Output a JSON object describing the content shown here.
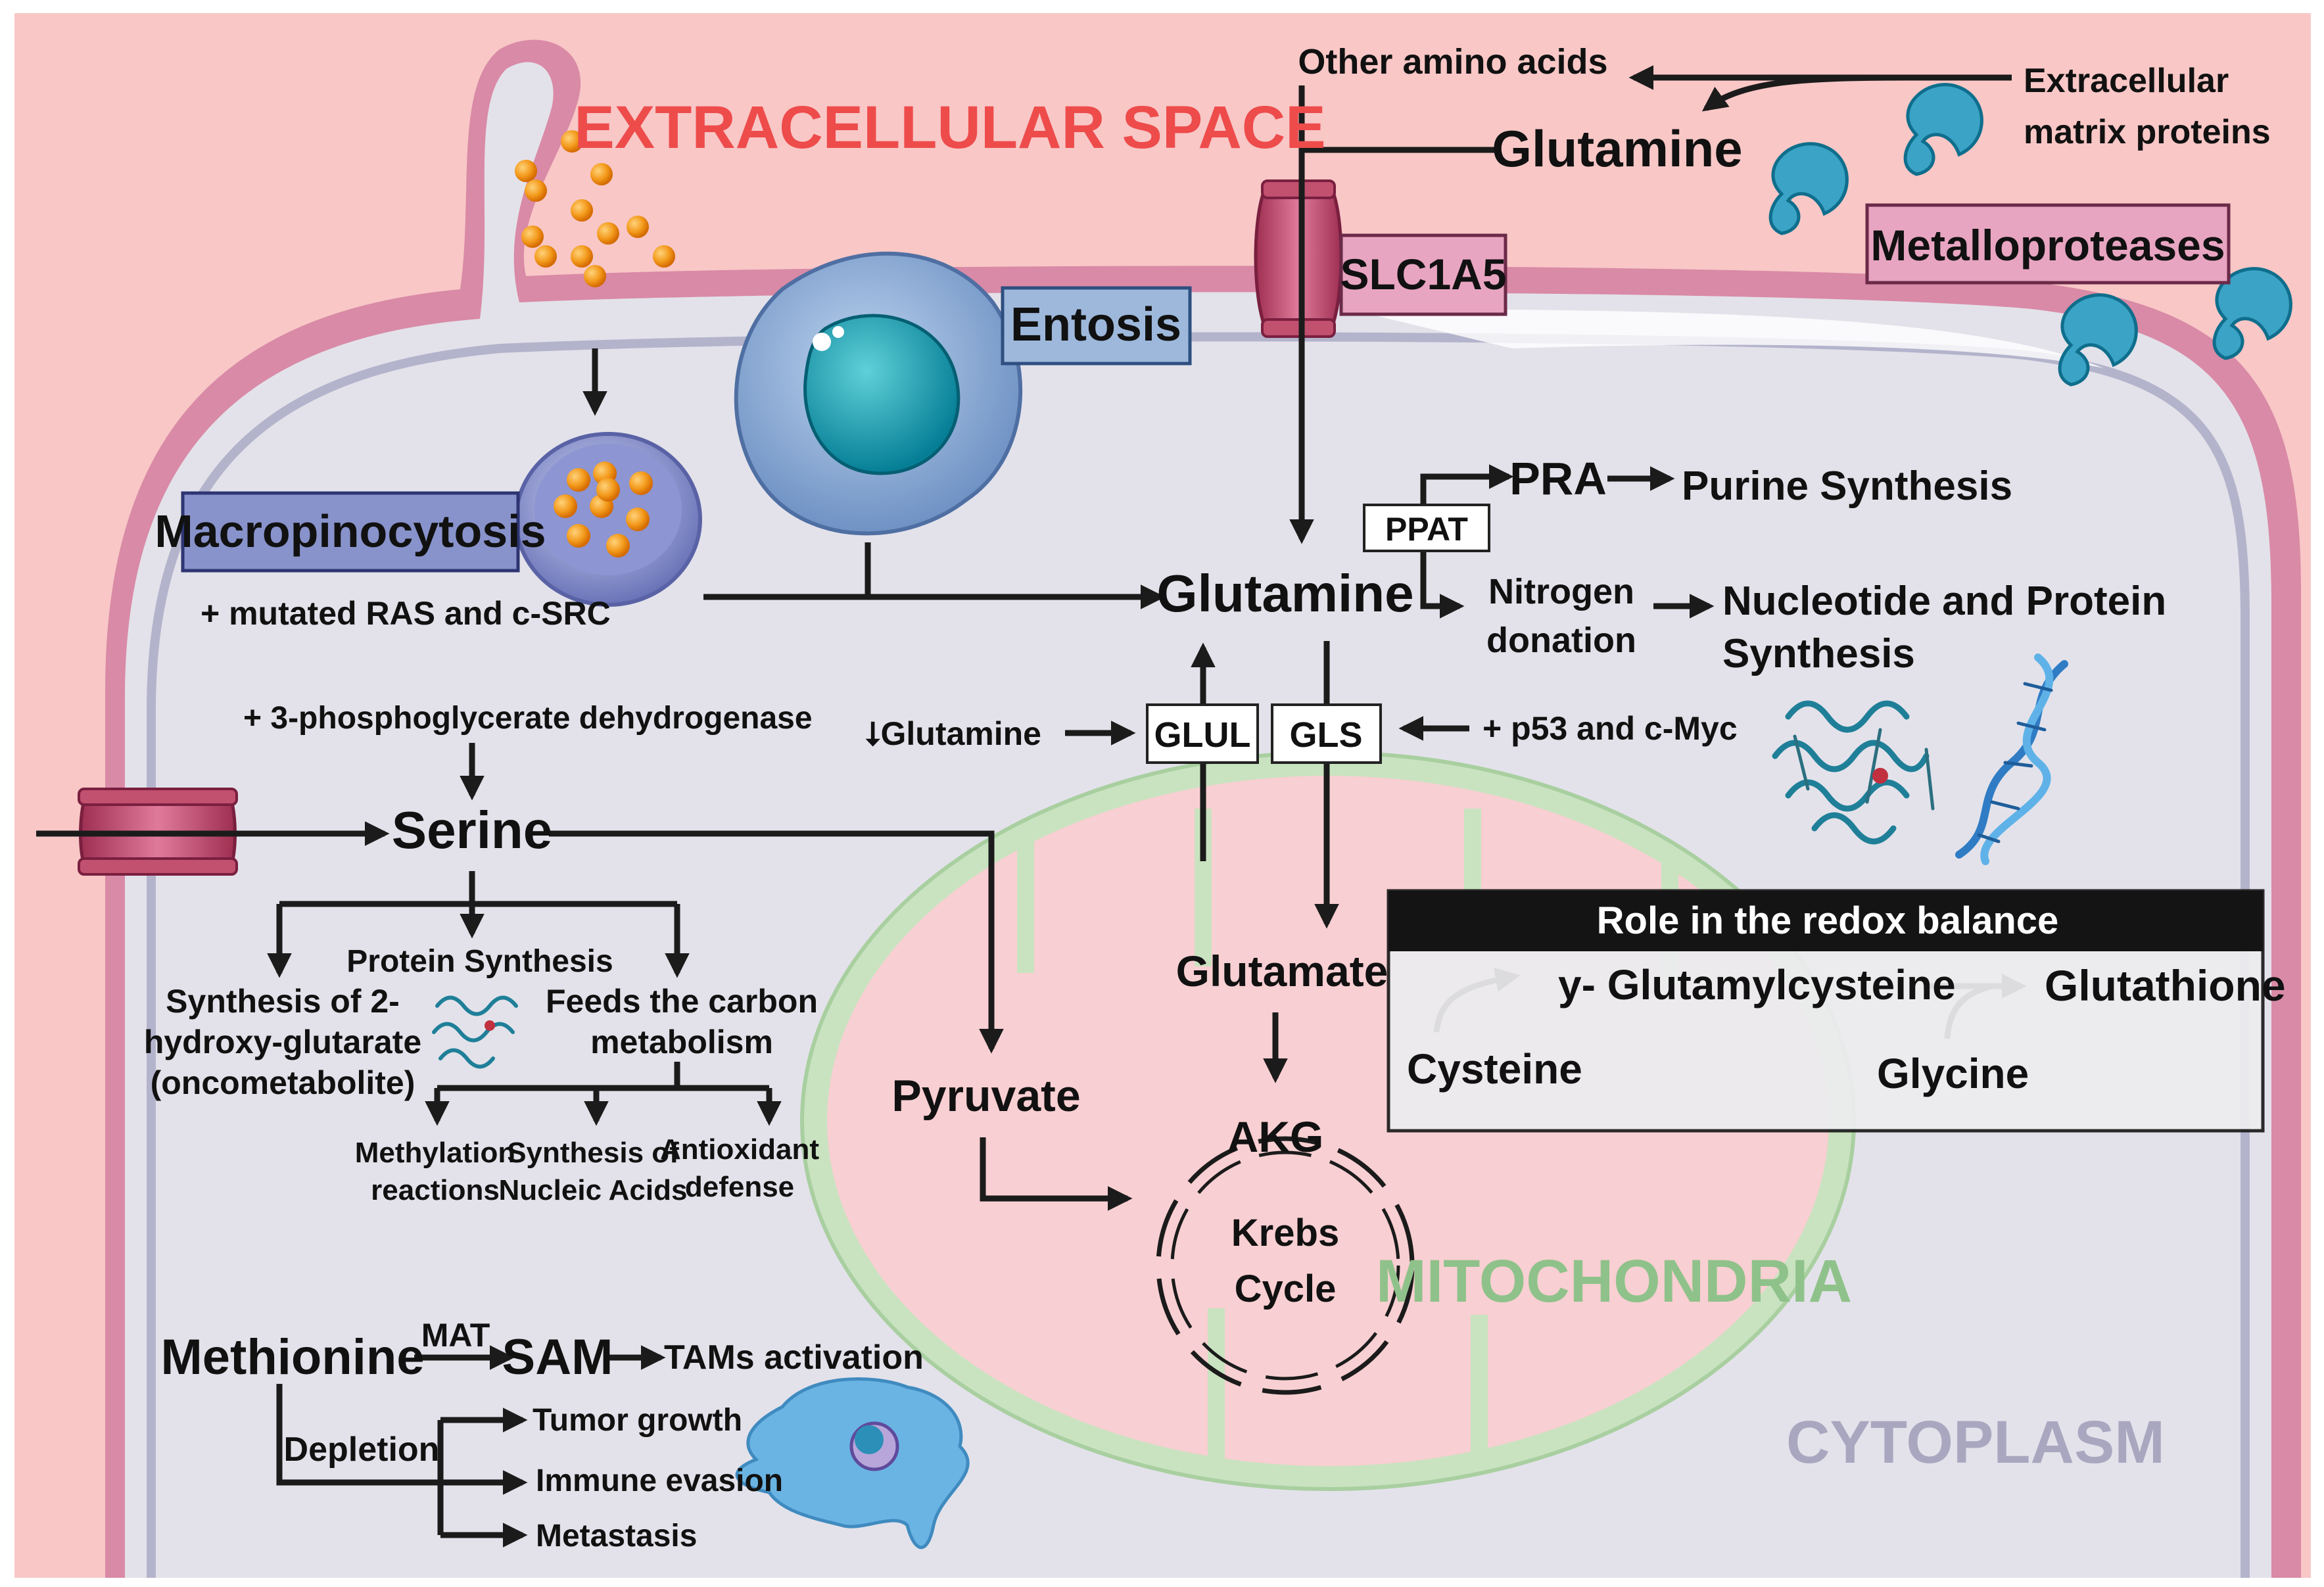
{
  "colors": {
    "extracellular_bg": "#f8c7c6",
    "membrane": "#d98aa6",
    "cytoplasm": "#e3e2ea",
    "mito_outer": "#c9e3c0",
    "mito_inner": "#f8cfd2",
    "title_red": "#ee4b4b",
    "mito_label_green": "#8fc28a",
    "cytoplasm_label": "#a9a7c0",
    "macropinocytosis_box": "#8893cc",
    "entosis_box": "#9db8db",
    "pink_box": "#e8a5c1",
    "redox_header": "#141414",
    "arrow": "#1b1b1b"
  },
  "icons": [
    "vesicle-icon",
    "entosis-cell-icon",
    "slc1a5-transporter-icon",
    "serine-transporter-icon",
    "metalloprotease-icon",
    "protein-structure-icon",
    "dna-helix-icon",
    "macrophage-icon"
  ],
  "regions": {
    "extracellular": "EXTRACELLULAR SPACE",
    "mitochondria": "MITOCHONDRIA",
    "cytoplasm": "CYTOPLASM"
  },
  "uptake": {
    "macropinocytosis": "Macropinocytosis",
    "macropinocytosis_note": "+ mutated RAS and c-SRC",
    "entosis": "Entosis",
    "transporter": "SLC1A5",
    "other_amino_acids": "Other amino acids",
    "glutamine_extracellular": "Glutamine",
    "ecm_proteins_line1": "Extracellular",
    "ecm_proteins_line2": "matrix proteins",
    "metalloproteases": "Metalloproteases"
  },
  "glutamine_hub": {
    "glutamine": "Glutamine",
    "ppat": "PPAT",
    "pra": "PRA",
    "purine": "Purine Synthesis",
    "nitrogen_line1": "Nitrogen",
    "nitrogen_line2": "donation",
    "nucleotide_line1": "Nucleotide and Protein",
    "nucleotide_line2": "Synthesis",
    "low_glutamine": "⭣Glutamine",
    "glul": "GLUL",
    "gls": "GLS",
    "p53_myc": "+ p53 and c-Myc",
    "glutamate": "Glutamate",
    "akg": "AKG",
    "krebs_line1": "Krebs",
    "krebs_line2": "Cycle",
    "pyruvate": "Pyruvate"
  },
  "redox": {
    "header": "Role in the redox balance",
    "gamma": "y- Glutamylcysteine",
    "glutathione": "Glutathione",
    "cysteine": "Cysteine",
    "glycine": "Glycine"
  },
  "serine": {
    "enzyme_note": "+ 3-phosphoglycerate dehydrogenase",
    "serine": "Serine",
    "protein_synthesis": "Protein Synthesis",
    "hg_line1": "Synthesis of 2-",
    "hg_line2": "hydroxy-glutarate",
    "hg_line3": "(oncometabolite)",
    "carbon_line1": "Feeds the carbon",
    "carbon_line2": "metabolism",
    "methylation_line1": "Methylation",
    "methylation_line2": "reactions",
    "nucleic_line1": "Synthesis of",
    "nucleic_line2": "Nucleic Acids",
    "antioxidant_line1": "Antioxidant",
    "antioxidant_line2": "defense"
  },
  "methionine": {
    "methionine": "Methionine",
    "mat": "MAT",
    "sam": "SAM",
    "tams": "TAMs activation",
    "depletion": "Depletion",
    "tumor_growth": "Tumor growth",
    "immune_evasion": "Immune evasion",
    "metastasis": "Metastasis"
  }
}
